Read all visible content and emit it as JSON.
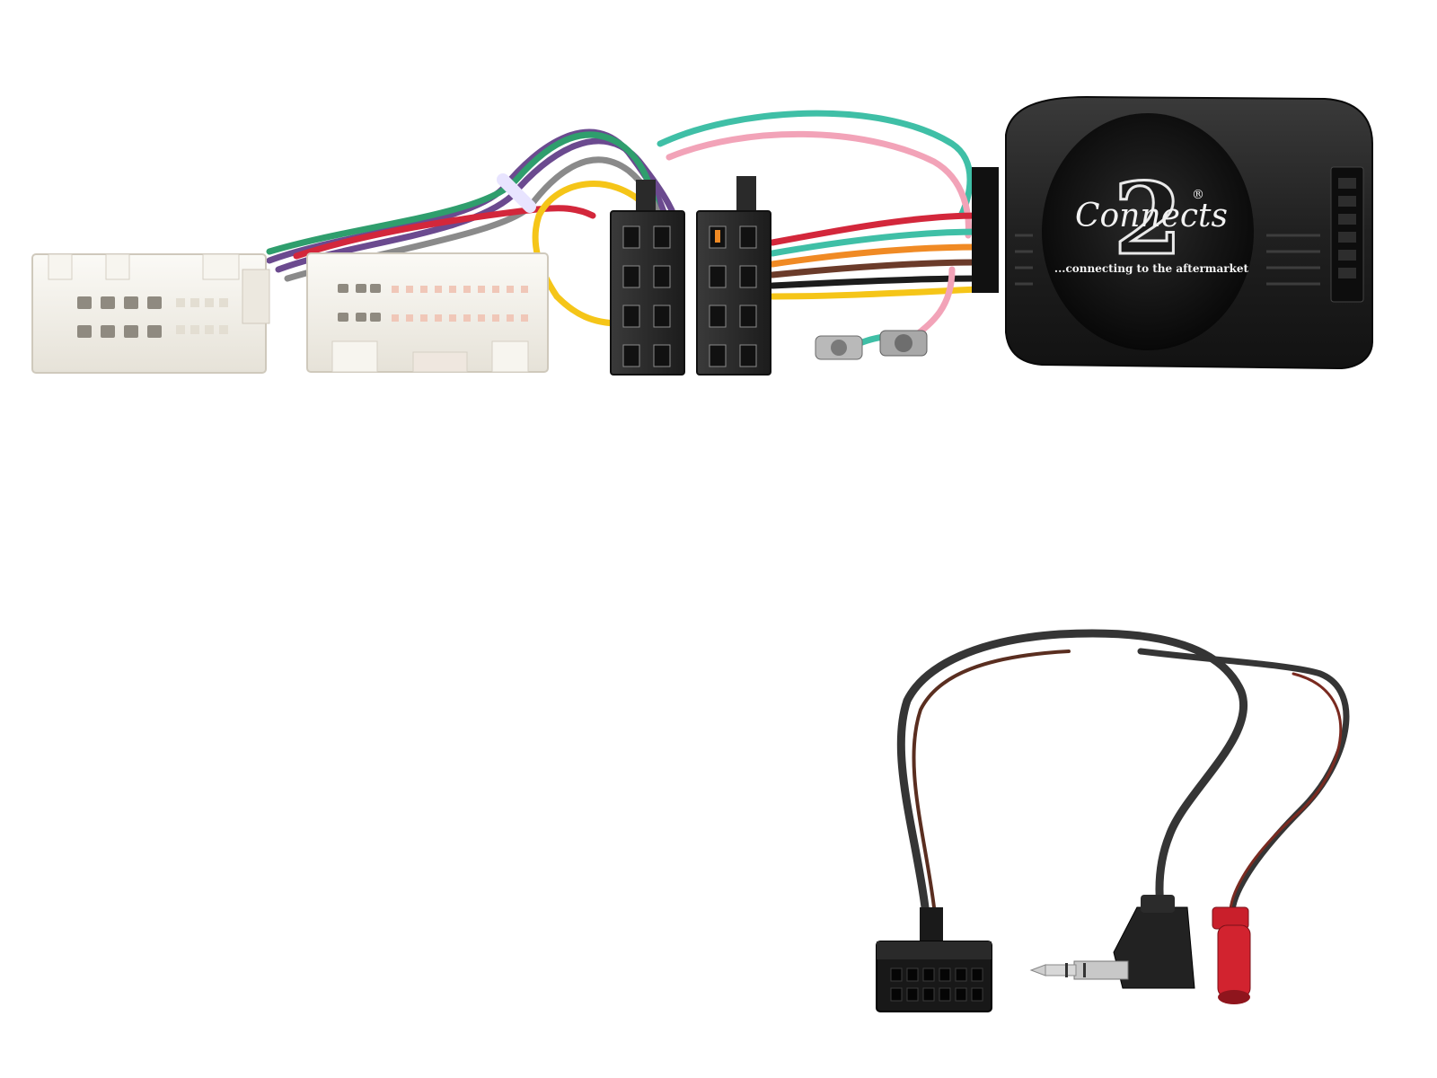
{
  "product_photo": {
    "background_color": "#ffffff",
    "logo": {
      "numeral": "2",
      "brand": "Connects",
      "registered": "®",
      "tagline": "...connecting to the aftermarket"
    },
    "wire_colors": {
      "purple": "#6b4a8f",
      "teal": "#3fbfa6",
      "pink": "#f2a3b8",
      "red": "#d3273b",
      "orange": "#f08a24",
      "yellow": "#f5c518",
      "brown": "#6b3b2a",
      "black": "#1c1c1c",
      "grey": "#8a8a8a",
      "green": "#2f9e6d"
    },
    "housing_colors": {
      "white_connector": "#f3f0ea",
      "iso_block": "#2b2b2b",
      "interface_box": "#1f1f1f"
    }
  }
}
